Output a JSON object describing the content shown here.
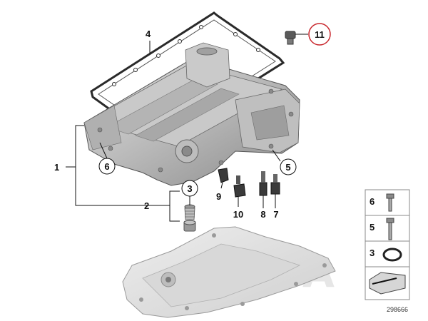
{
  "diagram": {
    "callouts": {
      "c1": "1",
      "c2": "2",
      "c3": "3",
      "c4": "4",
      "c5": "5",
      "c6": "6",
      "c7": "7",
      "c8": "8",
      "c9": "9",
      "c10": "10",
      "c11": "11"
    },
    "legend": [
      {
        "num": "6",
        "icon": "bolt-short-icon"
      },
      {
        "num": "5",
        "icon": "bolt-long-icon"
      },
      {
        "num": "3",
        "icon": "o-ring-icon"
      },
      {
        "num": "",
        "icon": "pan-section-icon"
      }
    ],
    "reference_number": "298666",
    "watermark": "EXIA",
    "colors": {
      "metal_light": "#d4d4d4",
      "metal_mid": "#a8a8a8",
      "metal_dark": "#6a6a6a",
      "sensor_dark": "#3a3a3a",
      "highlight_ring": "#c8262c"
    }
  }
}
